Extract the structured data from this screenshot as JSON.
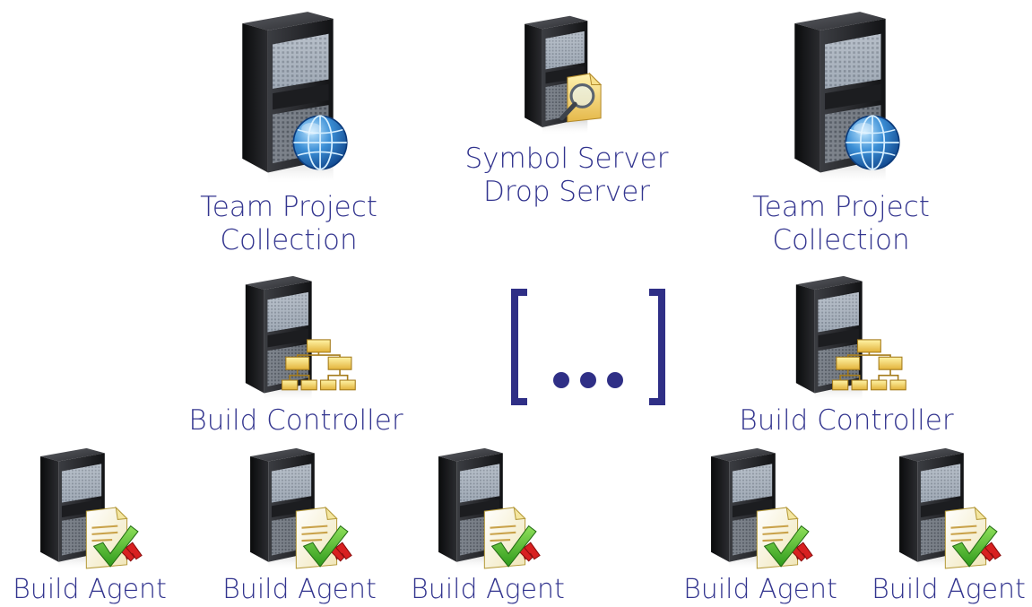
{
  "servers": {
    "collection_left": {
      "label_line1": "Team Project",
      "label_line2": "Collection",
      "badge": "globe-icon"
    },
    "symbol_server": {
      "label_line1": "Symbol Server",
      "label_line2": "Drop Server",
      "badge": "folder-search-icon"
    },
    "collection_right": {
      "label_line1": "Team Project",
      "label_line2": "Collection",
      "badge": "globe-icon"
    },
    "controller_left": {
      "label": "Build Controller",
      "badge": "hierarchy-icon"
    },
    "controller_right": {
      "label": "Build Controller",
      "badge": "hierarchy-icon"
    },
    "agents": [
      {
        "label": "Build Agent",
        "badge": "document-check-icon"
      },
      {
        "label": "Build Agent",
        "badge": "document-check-icon"
      },
      {
        "label": "Build Agent",
        "badge": "document-check-icon"
      },
      {
        "label": "Build Agent",
        "badge": "document-check-icon"
      },
      {
        "label": "Build Agent",
        "badge": "document-check-icon"
      }
    ]
  },
  "colors": {
    "label": "#33358f",
    "bracket": "#2f2f86"
  }
}
